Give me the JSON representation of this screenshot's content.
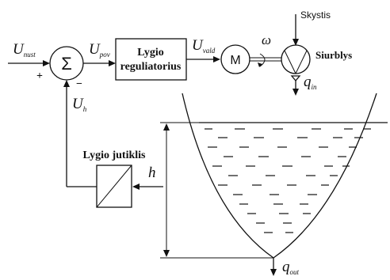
{
  "signals": {
    "u_nust": {
      "main": "U",
      "sub": "nust"
    },
    "u_pov": {
      "main": "U",
      "sub": "pov"
    },
    "u_vald": {
      "main": "U",
      "sub": "vald"
    },
    "u_h": {
      "main": "U",
      "sub": "h"
    },
    "q_in": {
      "main": "q",
      "sub": "in"
    },
    "q_out": {
      "main": "q",
      "sub": "out"
    },
    "omega": "ω",
    "h": "h"
  },
  "summing_junction": {
    "symbol": "Σ",
    "plus_sign": "+",
    "minus_sign": "−"
  },
  "blocks": {
    "regulator": {
      "line1": "Lygio",
      "line2": "reguliatorius"
    },
    "motor": "M",
    "pump": "Siurblys",
    "liquid": "Skystis",
    "sensor": "Lygio jutiklis"
  }
}
